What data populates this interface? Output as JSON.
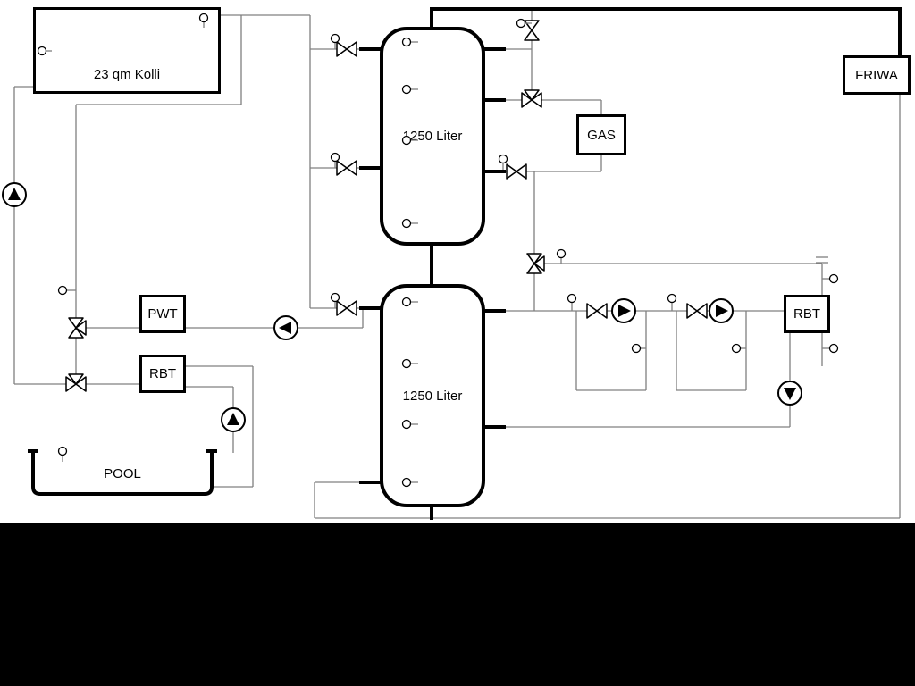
{
  "boxes": {
    "collector": {
      "label": "23 qm Kolli"
    },
    "tank1": {
      "label": "1250 Liter"
    },
    "tank2": {
      "label": "1250 Liter"
    },
    "gas": {
      "label": "GAS"
    },
    "friwa": {
      "label": "FRIWA"
    },
    "pwt": {
      "label": "PWT"
    },
    "rbt_left": {
      "label": "RBT"
    },
    "rbt_right": {
      "label": "RBT"
    },
    "pool": {
      "label": "POOL"
    }
  },
  "colors": {
    "pipe": "#808080",
    "main_pipe": "#000000",
    "background": "#ffffff",
    "bottom_bar": "#000000"
  },
  "icons": {
    "pump_icon": "circle with filled triangle",
    "valve_icon": "bowtie triangles",
    "three_way_valve_icon": "three triangles",
    "sensor_icon": "small circle with stem"
  }
}
